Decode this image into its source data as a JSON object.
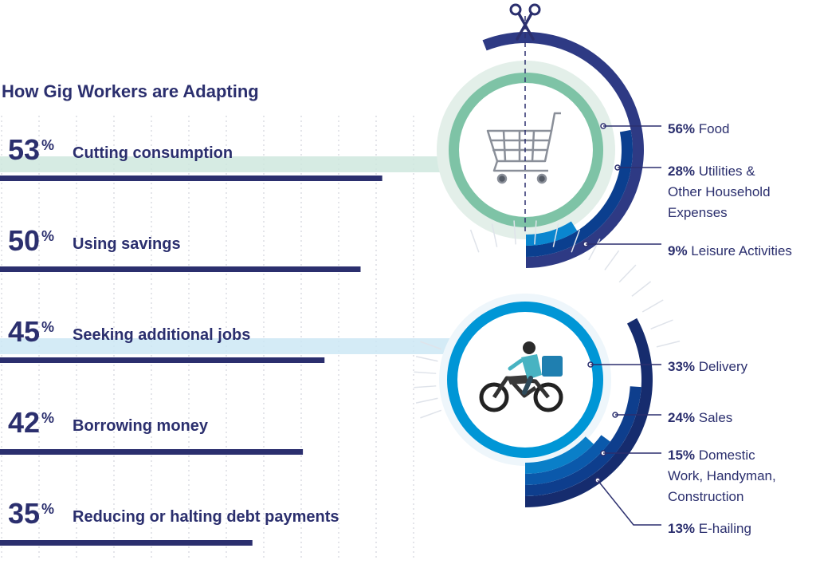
{
  "title": "How Gig Workers are Adapting",
  "colors": {
    "navy": "#2b2f6e",
    "teal": "#7ec3a6",
    "teal_light": "#cfe8de",
    "blue": "#0096d6",
    "blue_light": "#cce8f4",
    "ring_dark1": "#1b2a6a",
    "ring_dark2": "#0f3f8c",
    "ring_mid": "#0c63b5",
    "ring_light": "#0a8fd4"
  },
  "icons": {
    "scissors": "scissors-icon",
    "cart": "shopping-cart-icon",
    "motorbike": "delivery-motorbike-icon"
  },
  "chart_data": [
    {
      "type": "bar",
      "orientation": "horizontal",
      "title": "How Gig Workers are Adapting",
      "categories": [
        "Cutting consumption",
        "Using savings",
        "Seeking additional jobs",
        "Borrowing money",
        "Reducing or halting debt payments"
      ],
      "values": [
        53,
        50,
        45,
        42,
        35
      ],
      "value_labels": [
        "53",
        "50",
        "45",
        "42",
        "35"
      ],
      "unit": "%",
      "xlim": [
        0,
        100
      ],
      "grid": true
    },
    {
      "type": "pie",
      "style": "concentric-arcs",
      "linked_category": "Cutting consumption",
      "labels": [
        "Food",
        "Utilities & Other Household Expenses",
        "Leisure Activities"
      ],
      "label_lines": [
        [
          "Food"
        ],
        [
          "Utilities &",
          "Other Household",
          "Expenses"
        ],
        [
          "Leisure Activities"
        ]
      ],
      "values": [
        56,
        28,
        9
      ],
      "value_labels": [
        "56%",
        "28%",
        "9%"
      ]
    },
    {
      "type": "pie",
      "style": "concentric-arcs",
      "linked_category": "Seeking additional jobs",
      "labels": [
        "Delivery",
        "Sales",
        "Domestic Work, Handyman, Construction",
        "E-hailing"
      ],
      "label_lines": [
        [
          "Delivery"
        ],
        [
          "Sales"
        ],
        [
          "Domestic",
          "Work, Handyman,",
          "Construction"
        ],
        [
          "E-hailing"
        ]
      ],
      "values": [
        33,
        24,
        15,
        13
      ],
      "value_labels": [
        "33%",
        "24%",
        "15%",
        "13%"
      ]
    }
  ]
}
